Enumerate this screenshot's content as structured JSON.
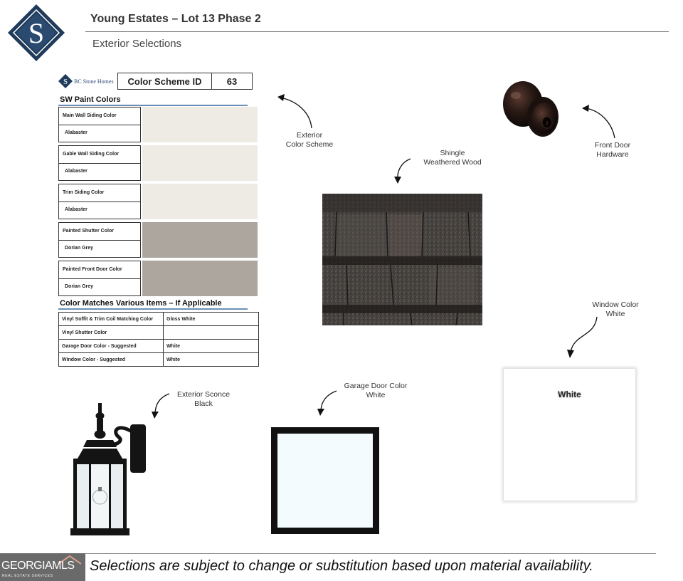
{
  "header": {
    "logo_letter": "S",
    "title": "Young Estates – Lot 13 Phase 2",
    "subtitle": "Exterior Selections"
  },
  "scheme_card": {
    "brand": "BC Stone Homes",
    "scheme_id_label": "Color Scheme ID",
    "scheme_id_value": "63",
    "paint_heading": "SW Paint Colors",
    "paints": [
      {
        "name": "Main Wall Siding Color",
        "value": "Alabaster",
        "color": "#eeebe4"
      },
      {
        "name": "Gable Wall Siding Color",
        "value": "Alabaster",
        "color": "#eeebe4"
      },
      {
        "name": "Trim Siding Color",
        "value": "Alabaster",
        "color": "#eeebe4"
      },
      {
        "name": "Painted Shutter Color",
        "value": "Dorian Grey",
        "color": "#aca69f"
      },
      {
        "name": "Painted Front Door Color",
        "value": "Dorian Grey",
        "color": "#aca69f"
      }
    ],
    "match_heading": "Color Matches Various Items – If Applicable",
    "matches": [
      {
        "item": "Vinyl Soffit & Trim Coil Matching Color",
        "value": "Gloss White"
      },
      {
        "item": "Vinyl Shutter Color",
        "value": ""
      },
      {
        "item": "Garage Door Color - Suggested",
        "value": "White"
      },
      {
        "item": "Window Color - Suggested",
        "value": "White"
      }
    ]
  },
  "captions": {
    "exterior_scheme": [
      "Exterior",
      "Color Scheme"
    ],
    "shingle": [
      "Shingle",
      "Weathered Wood"
    ],
    "front_door": [
      "Front Door",
      "Hardware"
    ],
    "window": [
      "Window Color",
      "White"
    ],
    "garage": [
      "Garage Door Color",
      "White"
    ],
    "sconce": [
      "Exterior Sconce",
      "Black"
    ]
  },
  "window_swatch_label": "White",
  "footer": {
    "logo_main": "GEORGIAMLS",
    "logo_sub": "REAL ESTATE SERVICES",
    "disclaimer": "Selections are subject to change or substitution based upon material availability."
  },
  "colors": {
    "brand_navy": "#1f3a5a",
    "rule_blue": "#6d8fb5",
    "shingle_dark": "#3f3b38",
    "knob_bronze": "#1c1310",
    "sconce_black": "#141414"
  }
}
